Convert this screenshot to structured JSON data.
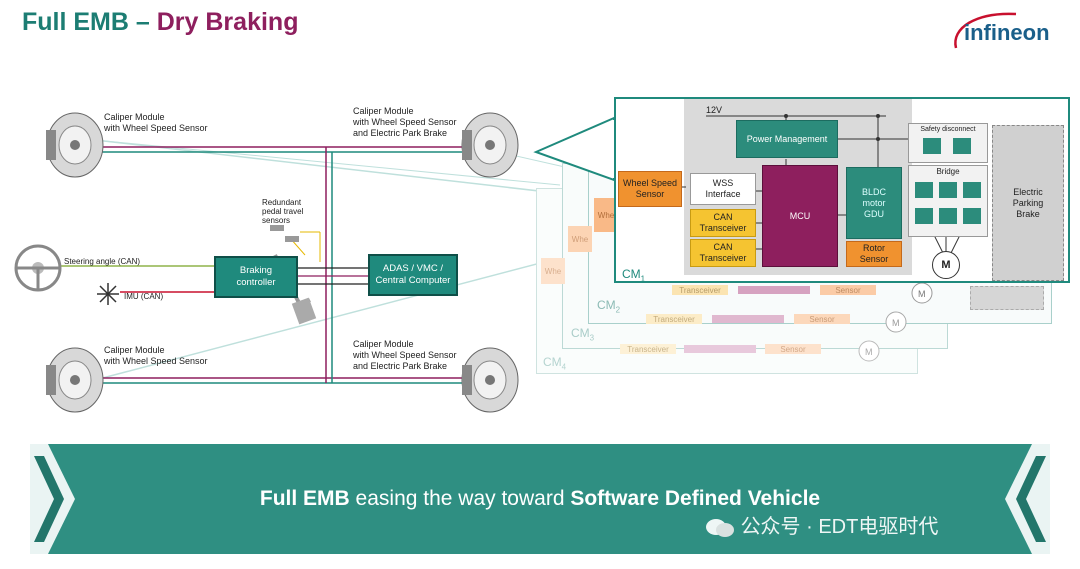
{
  "title": {
    "part1": "Full EMB –",
    "part2": "Dry Braking"
  },
  "logo_text": "infineon",
  "left_diagram": {
    "labels": {
      "fl_line1": "Caliper Module",
      "fl_line2": "with Wheel Speed Sensor",
      "fr_line1": "Caliper Module",
      "fr_line2": "with Wheel Speed Sensor",
      "fr_line3": "and Electric Park Brake",
      "rl_line1": "Caliper Module",
      "rl_line2": "with Wheel Speed Sensor",
      "rr_line1": "Caliper Module",
      "rr_line2": "with Wheel Speed Sensor",
      "rr_line3": "and Electric Park Brake",
      "pedal_line1": "Redundant",
      "pedal_line2": "pedal travel",
      "pedal_line3": "sensors",
      "steering": "Steering angle (CAN)",
      "imu": "IMU (CAN)"
    },
    "braking_controller": {
      "line1": "Braking",
      "line2": "controller"
    },
    "adas": {
      "line1": "ADAS / VMC /",
      "line2": "Central Computer"
    }
  },
  "cm_module": {
    "v12": "12V",
    "power_management": "Power Management",
    "safety_disconnect": "Safety disconnect",
    "bridge": "Bridge",
    "wheel_speed_sensor": {
      "line1": "Wheel Speed",
      "line2": "Sensor"
    },
    "wss_interface": {
      "line1": "WSS",
      "line2": "Interface"
    },
    "can1": {
      "line1": "CAN",
      "line2": "Transceiver"
    },
    "can2": {
      "line1": "CAN",
      "line2": "Transceiver"
    },
    "mcu": "MCU",
    "bldc": {
      "line1": "BLDC",
      "line2": "motor",
      "line3": "GDU"
    },
    "rotor_sensor": {
      "line1": "Rotor",
      "line2": "Sensor"
    },
    "motor": "M",
    "epb": {
      "line1": "Electric",
      "line2": "Parking",
      "line3": "Brake"
    },
    "cm_labels": [
      "CM",
      "CM",
      "CM",
      "CM"
    ],
    "cm_subs": [
      "1",
      "2",
      "3",
      "4"
    ],
    "ghost_transceiver": "Transceiver",
    "ghost_sensor": "Sensor",
    "ghost_wheel": "Whe"
  },
  "banner": {
    "bold1": "Full EMB",
    "middle": " easing the way toward ",
    "bold2": "Software Defined Vehicle"
  },
  "watermark": "公众号 · EDT电驱时代",
  "colors": {
    "teal": "#1f8a7d",
    "dark_teal": "#0f4f48",
    "magenta": "#8e1f5e",
    "orange": "#f0922f",
    "yellow": "#f5c431",
    "grey": "#bdbdbd"
  }
}
